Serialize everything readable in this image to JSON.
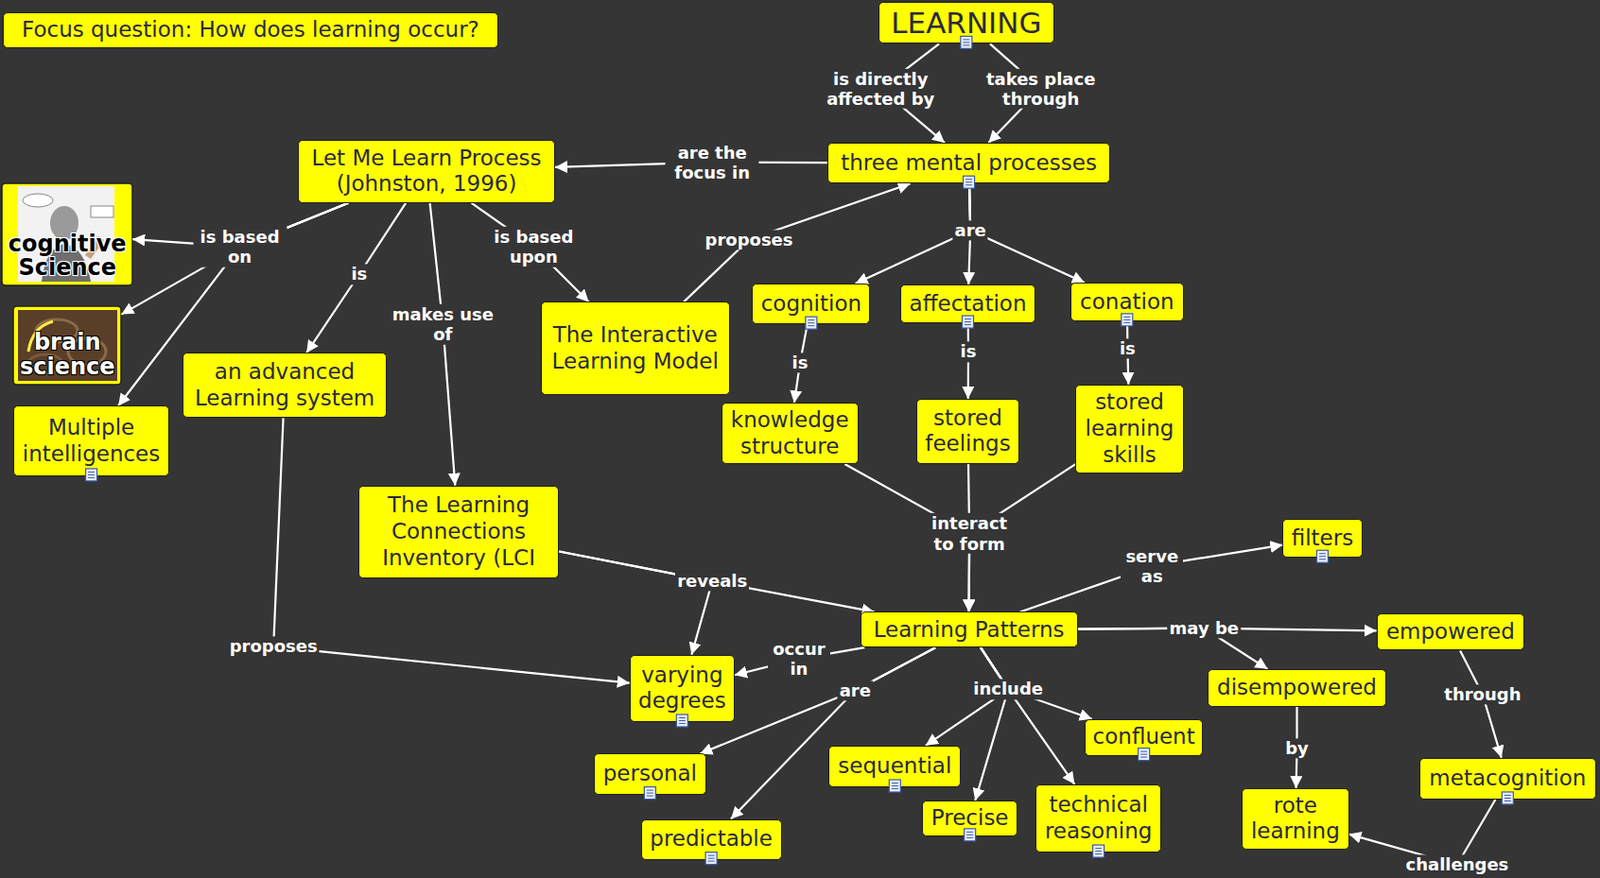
{
  "diagram": {
    "nodes": [
      {
        "text": [
          "Focus question: How does learning occur?"
        ]
      },
      {
        "text": [
          "LEARNING"
        ]
      },
      {
        "text": [
          "Let Me Learn Process (Johnston, 1996)"
        ]
      },
      {
        "text": [
          "three mental processes"
        ]
      },
      {
        "text": [
          "cognitive Science"
        ]
      },
      {
        "text": [
          "brain science"
        ]
      },
      {
        "text": [
          "The Interactive Learning Model"
        ]
      },
      {
        "text": [
          "cognition"
        ]
      },
      {
        "text": [
          "affectation"
        ]
      },
      {
        "text": [
          "conation"
        ]
      },
      {
        "text": [
          "an advanced Learning system"
        ]
      },
      {
        "text": [
          "Multiple intelligences"
        ]
      },
      {
        "text": [
          "knowledge structure"
        ]
      },
      {
        "text": [
          "stored feelings"
        ]
      },
      {
        "text": [
          "stored learning skills"
        ]
      },
      {
        "text": [
          "The Learning Connections Inventory (LCI"
        ]
      },
      {
        "text": [
          "filters"
        ]
      },
      {
        "text": [
          "Learning Patterns"
        ]
      },
      {
        "text": [
          "empowered"
        ]
      },
      {
        "text": [
          "varying degrees"
        ]
      },
      {
        "text": [
          "disempowered"
        ]
      },
      {
        "text": [
          "confluent"
        ]
      },
      {
        "text": [
          "personal"
        ]
      },
      {
        "text": [
          "sequential"
        ]
      },
      {
        "text": [
          "metacognition"
        ]
      },
      {
        "text": [
          "Precise"
        ]
      },
      {
        "text": [
          "technical reasoning"
        ]
      },
      {
        "text": [
          "rote learning"
        ]
      },
      {
        "text": [
          "predictable"
        ]
      }
    ],
    "edges": [
      {
        "from": 1,
        "to": 3,
        "label": "is directly affected by",
        "arrow": "to"
      },
      {
        "from": 1,
        "to": 3,
        "label": "takes place through",
        "arrow": "to"
      },
      {
        "from": 3,
        "to": 2,
        "label": "are the focus in",
        "arrow": "to"
      },
      {
        "from": 2,
        "to": 4,
        "label": "is based on",
        "arrow": "to"
      },
      {
        "from": 2,
        "to": 5,
        "arrow": "to"
      },
      {
        "from": 2,
        "to": 11,
        "arrow": "to"
      },
      {
        "from": 2,
        "to": 10,
        "label": "is",
        "arrow": "to"
      },
      {
        "from": 2,
        "to": 15,
        "label": "makes use of",
        "arrow": "to"
      },
      {
        "from": 2,
        "to": 6,
        "label": "is based upon",
        "arrow": "to"
      },
      {
        "from": 6,
        "to": 3,
        "label": "proposes",
        "arrow": "to"
      },
      {
        "from": 3,
        "to": 7,
        "label": "are",
        "arrow": "to"
      },
      {
        "from": 3,
        "to": 8,
        "arrow": "to"
      },
      {
        "from": 3,
        "to": 9,
        "arrow": "to"
      },
      {
        "from": 7,
        "to": 12,
        "label": "is",
        "arrow": "to"
      },
      {
        "from": 8,
        "to": 13,
        "label": "is",
        "arrow": "to"
      },
      {
        "from": 9,
        "to": 14,
        "label": "is",
        "arrow": "to"
      },
      {
        "from": 12,
        "to": 17,
        "label": "interact to form",
        "arrow": "to"
      },
      {
        "from": 13,
        "to": 17,
        "arrow": "to"
      },
      {
        "from": 14,
        "to": 17,
        "arrow": "to"
      },
      {
        "from": 15,
        "to": 17,
        "label": "reveals",
        "arrow": "to"
      },
      {
        "from": 15,
        "to": 19,
        "arrow": "to"
      },
      {
        "from": 10,
        "to": 19,
        "label": "proposes",
        "arrow": "to"
      },
      {
        "from": 17,
        "to": 19,
        "label": "occur in",
        "arrow": "to"
      },
      {
        "from": 17,
        "to": 16,
        "label": "serve as",
        "arrow": "to"
      },
      {
        "from": 17,
        "to": 18,
        "label": "may be",
        "arrow": "to"
      },
      {
        "from": 17,
        "to": 20,
        "arrow": "to"
      },
      {
        "from": 17,
        "to": 22,
        "label": "are",
        "arrow": "to"
      },
      {
        "from": 17,
        "to": 28,
        "arrow": "to"
      },
      {
        "from": 17,
        "to": 23,
        "label": "include",
        "arrow": "to"
      },
      {
        "from": 17,
        "to": 25,
        "arrow": "to"
      },
      {
        "from": 17,
        "to": 26,
        "arrow": "to"
      },
      {
        "from": 17,
        "to": 21,
        "arrow": "to"
      },
      {
        "from": 20,
        "to": 27,
        "label": "by",
        "arrow": "to"
      },
      {
        "from": 18,
        "to": 24,
        "label": "through",
        "arrow": "to"
      },
      {
        "from": 24,
        "to": 27,
        "label": "challenges",
        "arrow": "to"
      }
    ]
  }
}
